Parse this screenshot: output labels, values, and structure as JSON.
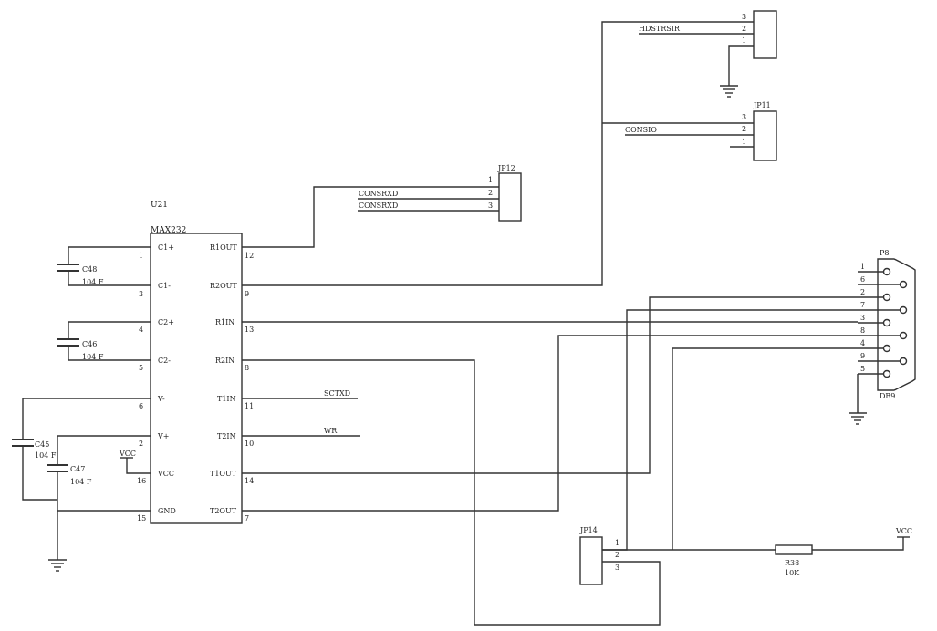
{
  "u21": {
    "ref": "U21",
    "part": "MAX232",
    "left_pins": [
      {
        "num": "1",
        "name": "C1+"
      },
      {
        "num": "3",
        "name": "C1-"
      },
      {
        "num": "4",
        "name": "C2+"
      },
      {
        "num": "5",
        "name": "C2-"
      },
      {
        "num": "6",
        "name": "V-"
      },
      {
        "num": "2",
        "name": "V+"
      },
      {
        "num": "16",
        "name": "VCC"
      },
      {
        "num": "15",
        "name": "GND"
      }
    ],
    "right_pins": [
      {
        "num": "12",
        "name": "R1OUT"
      },
      {
        "num": "9",
        "name": "R2OUT"
      },
      {
        "num": "13",
        "name": "R1IN"
      },
      {
        "num": "8",
        "name": "R2IN"
      },
      {
        "num": "11",
        "name": "T1IN"
      },
      {
        "num": "10",
        "name": "T2IN"
      },
      {
        "num": "14",
        "name": "T1OUT"
      },
      {
        "num": "7",
        "name": "T2OUT"
      }
    ]
  },
  "caps": [
    {
      "ref": "C48",
      "value": "104 F"
    },
    {
      "ref": "C46",
      "value": "104 F"
    },
    {
      "ref": "C45",
      "value": "104 F"
    },
    {
      "ref": "C47",
      "value": "104 F"
    }
  ],
  "nets": {
    "consrxd1": "CONSRXD",
    "consrxd2": "CONSRXD",
    "sctxd": "SCTXD",
    "wr": "WR",
    "hdstrsir": "HDSTRSIR",
    "consio": "CONSIO",
    "vcc_u21": "VCC",
    "vcc_r": "VCC"
  },
  "jp12": {
    "ref": "JP12",
    "pins": [
      "1",
      "2",
      "3"
    ]
  },
  "jp_top": {
    "pins": [
      "3",
      "2",
      "1"
    ]
  },
  "jp11": {
    "ref": "JP11",
    "pins": [
      "3",
      "2",
      "1"
    ]
  },
  "jp14": {
    "ref": "JP14",
    "pins": [
      "1",
      "2",
      "3"
    ]
  },
  "p8": {
    "ref": "P8",
    "part": "DB9",
    "pins": [
      "1",
      "6",
      "2",
      "7",
      "3",
      "8",
      "4",
      "9",
      "5"
    ]
  },
  "r38": {
    "ref": "R38",
    "value": "10K"
  }
}
